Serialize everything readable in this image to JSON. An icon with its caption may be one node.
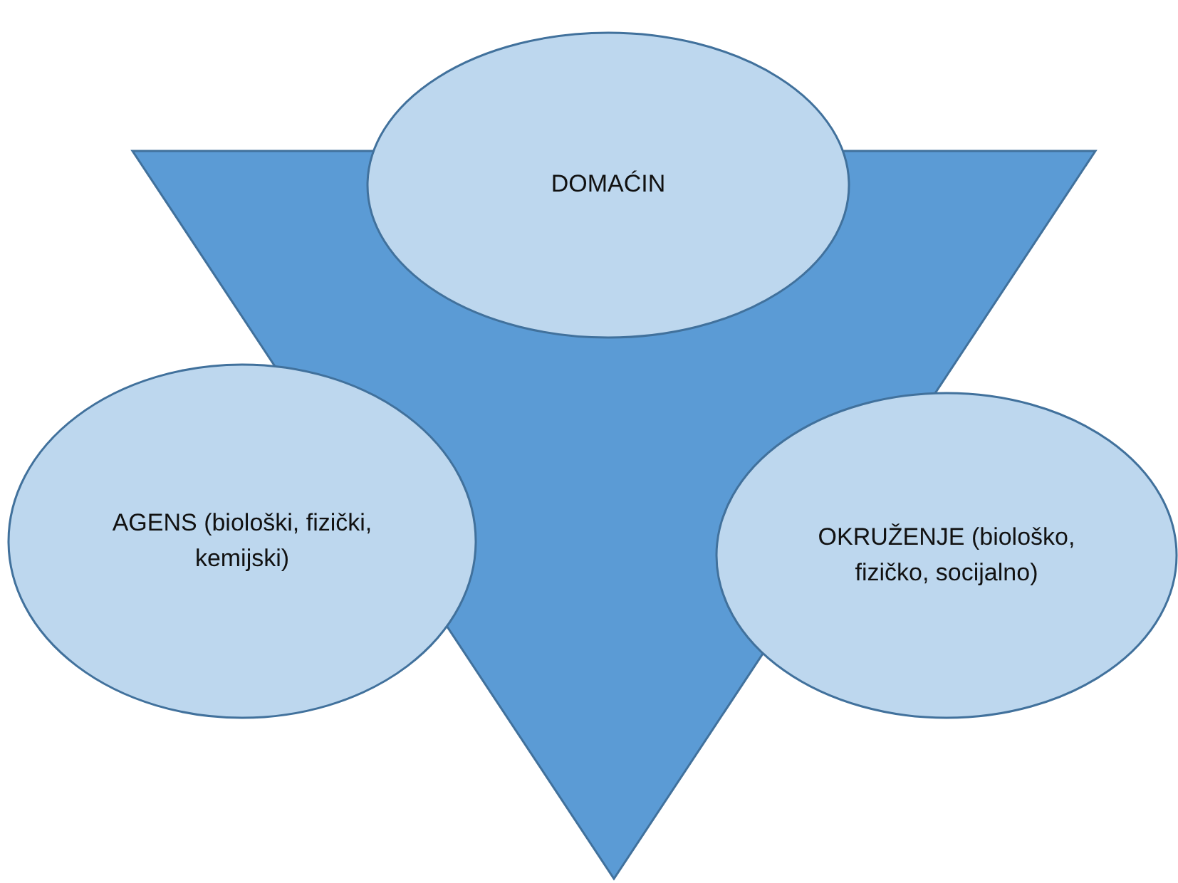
{
  "diagram": {
    "nodes": [
      {
        "text": [],
        "shape": "triangle"
      },
      {
        "text": [
          "DOMAĆIN"
        ]
      },
      {
        "text": [
          "AGENS (biološki, fizički, kemijski)"
        ]
      },
      {
        "text": [
          "OKRUŽENJE (biološko, fizičko, socijalno)"
        ]
      }
    ]
  }
}
